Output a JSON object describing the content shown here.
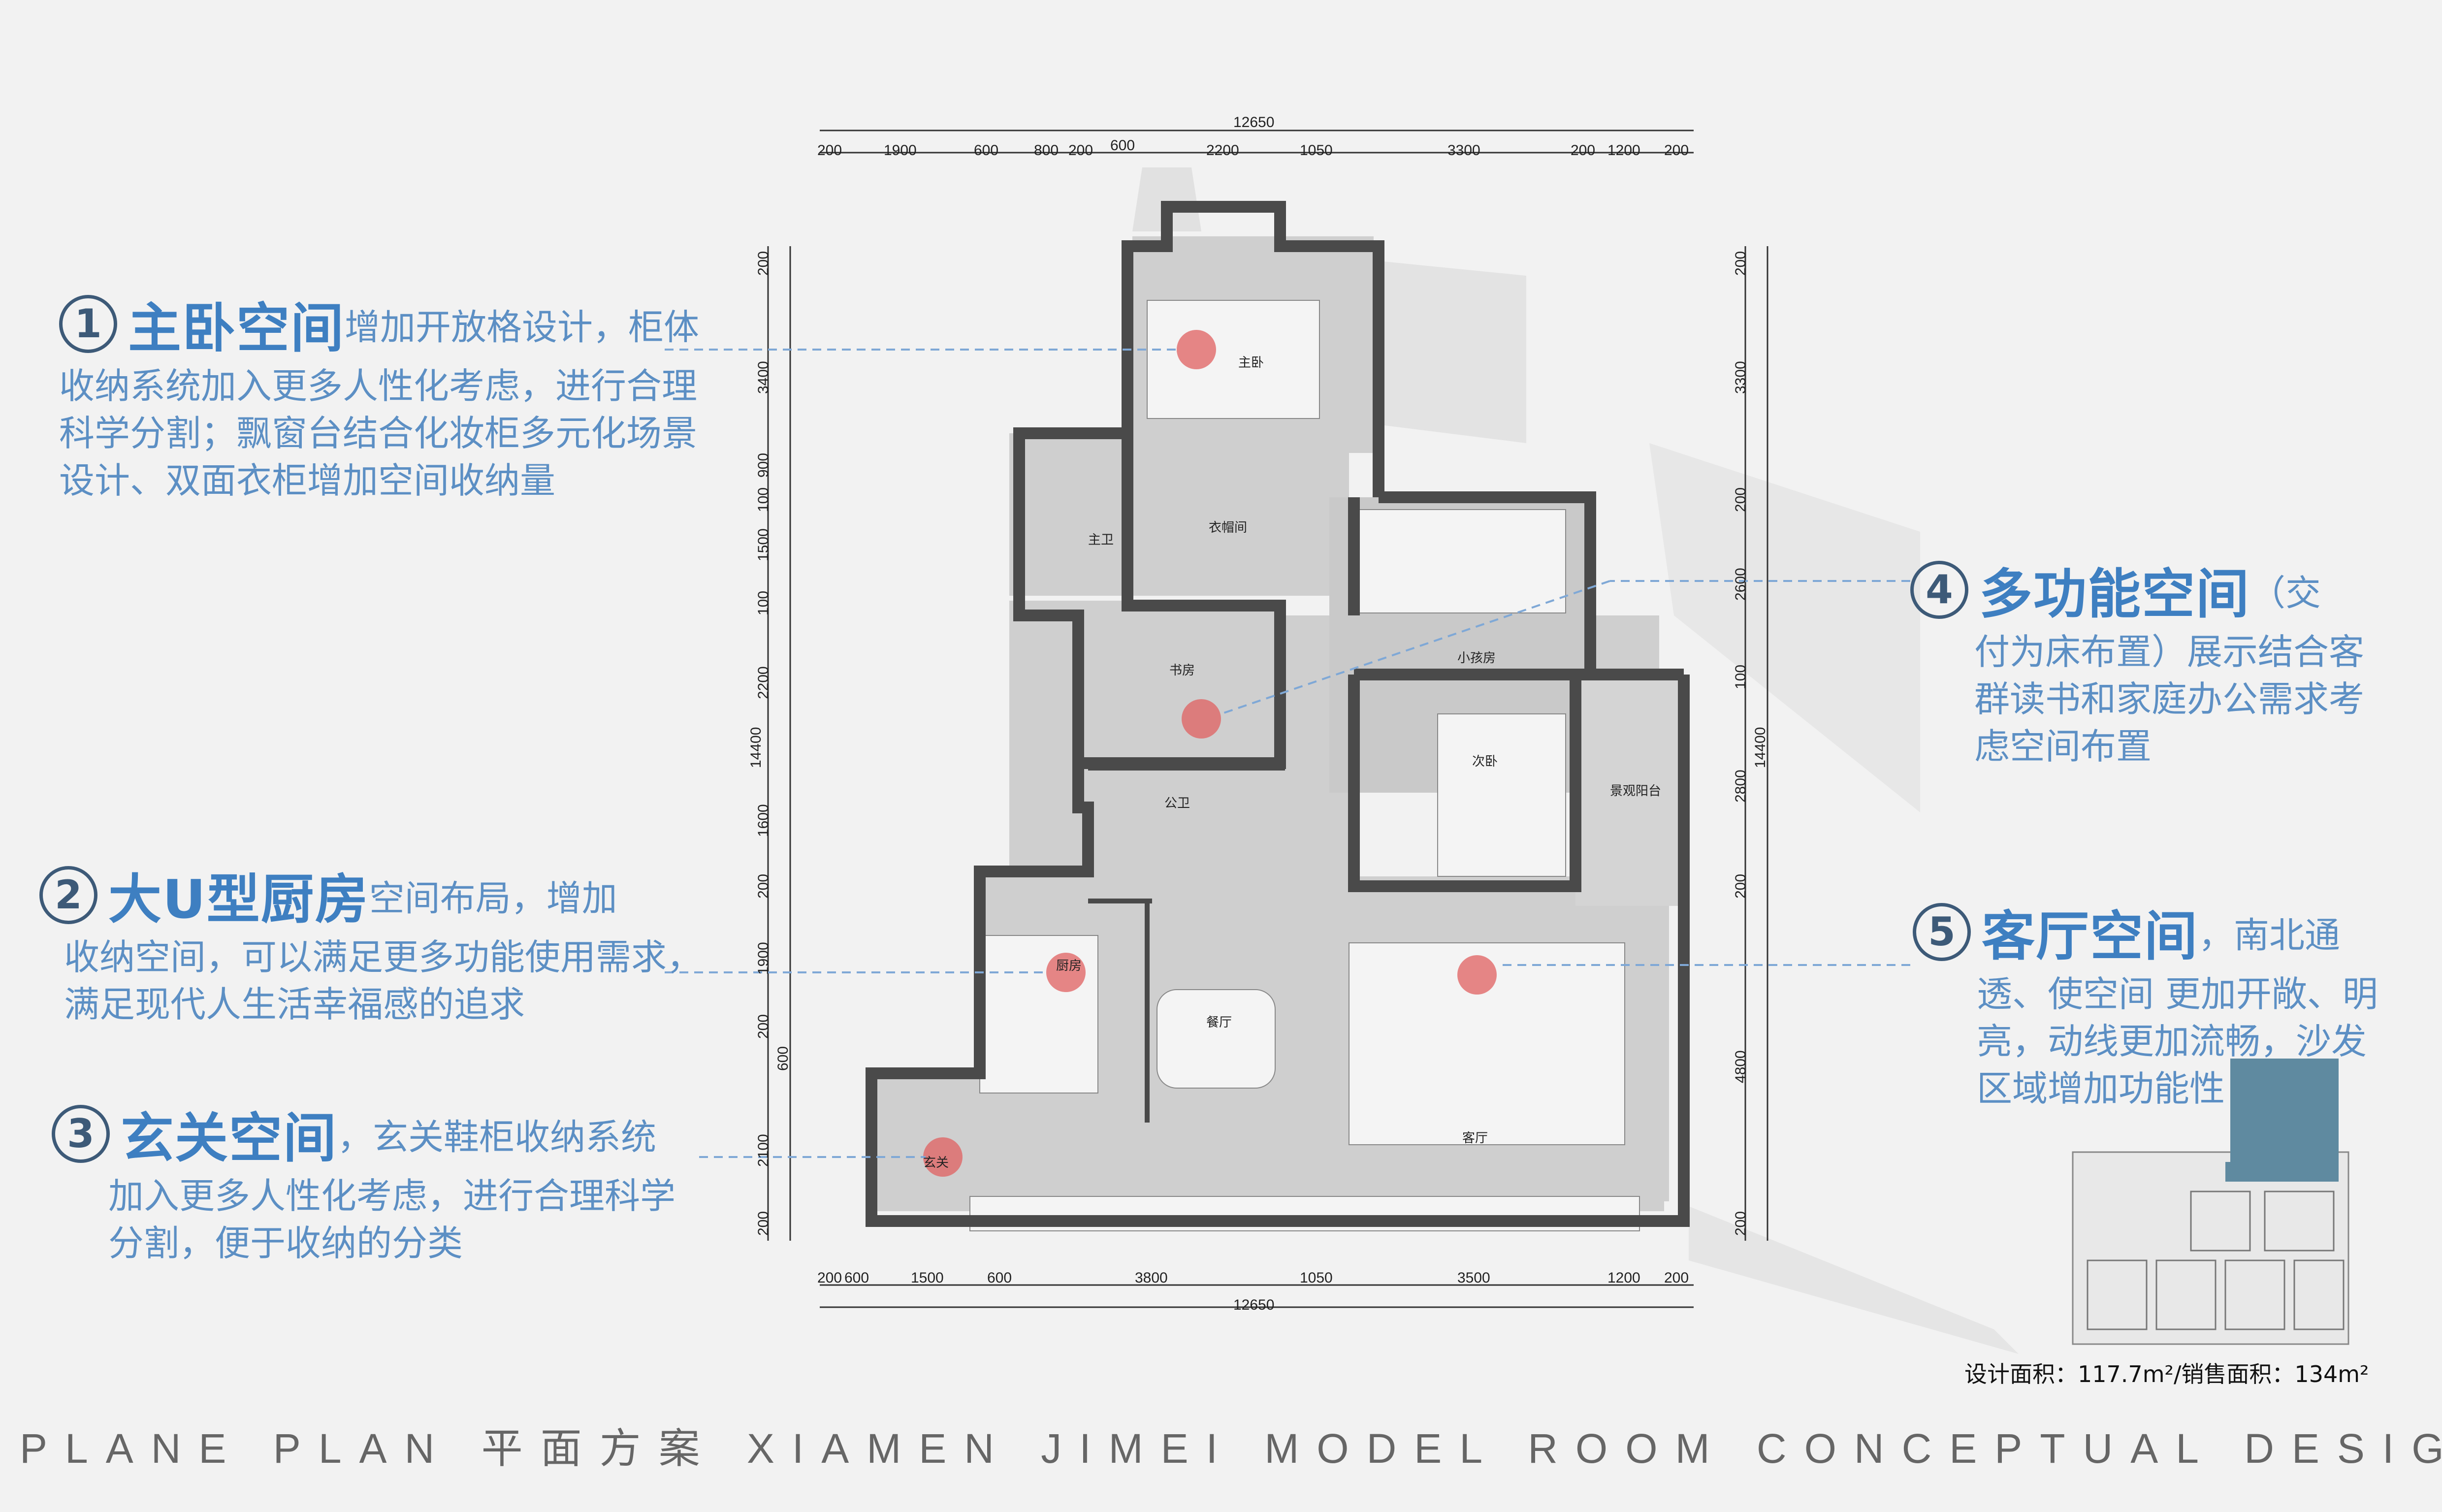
{
  "callouts": [
    {
      "num": "1",
      "title": "主卧空间",
      "rest": "增加开放格设计，柜体",
      "body": [
        "收纳系统加入更多人性化考虑，进行合理",
        "科学分割；飘窗台结合化妆柜多元化场景",
        "设计、双面衣柜增加空间收纳量"
      ]
    },
    {
      "num": "2",
      "title": "大U型厨房",
      "rest": "空间布局，增加",
      "body": [
        "收纳空间，可以满足更多功能使用需求，",
        "满足现代人生活幸福感的追求"
      ]
    },
    {
      "num": "3",
      "title": "玄关空间",
      "rest": "，玄关鞋柜收纳系统",
      "body": [
        "加入更多人性化考虑，进行合理科学",
        "分割，便于收纳的分类"
      ]
    },
    {
      "num": "4",
      "title": "多功能空间",
      "rest": "（交",
      "body": [
        "付为床布置）展示结合客",
        "群读书和家庭办公需求考",
        "虑空间布置"
      ]
    },
    {
      "num": "5",
      "title": "客厅空间",
      "rest": "，南北通",
      "body": [
        "透、使空间 更加开敞、明",
        "亮，动线更加流畅，沙发",
        "区域增加功能性"
      ]
    }
  ],
  "rooms": {
    "master_bedroom": "主卧",
    "master_bath": "主卫",
    "cloakroom": "衣帽间",
    "study": "书房",
    "kids_room": "小孩房",
    "second_bedroom": "次卧",
    "public_bath": "公卫",
    "balcony": "景观阳台",
    "kitchen": "厨房",
    "dining": "餐厅",
    "living": "客厅",
    "entrance": "玄关"
  },
  "dimensions": {
    "total_width": "12650",
    "top": [
      "200",
      "1900",
      "600",
      "800",
      "200",
      "600",
      "2200",
      "1050",
      "3300",
      "200",
      "1200",
      "200"
    ],
    "bottom": [
      "200",
      "600",
      "1500",
      "600",
      "3800",
      "1050",
      "3500",
      "1200",
      "200"
    ],
    "left": [
      "200",
      "3400",
      "900",
      "100",
      "1500",
      "100",
      "2200",
      "1600",
      "200",
      "1900",
      "200",
      "600",
      "2100",
      "200"
    ],
    "right": [
      "200",
      "3300",
      "200",
      "2600",
      "100",
      "2800",
      "200",
      "4800",
      "200"
    ],
    "total_height": "14400"
  },
  "area_text": "设计面积：117.7m²/销售面积：134m²",
  "footer": "PLANE PLAN 平面方案 XIAMEN JIMEI MODEL ROOM CONCEPTUAL DESIGN",
  "colors": {
    "accent": "#3e7fc1",
    "text": "#5c8fc4",
    "wall": "#4a4a4a",
    "marker": "#e06060"
  }
}
